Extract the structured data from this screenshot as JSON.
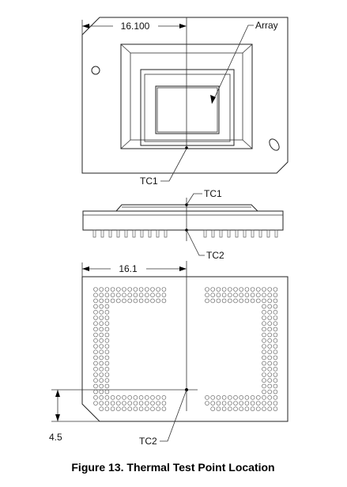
{
  "figure": {
    "caption": "Figure 13.  Thermal Test Point Location",
    "top_view": {
      "dimension": "16.100",
      "array_label": "Array",
      "tc1_label": "TC1"
    },
    "side_view": {
      "tc1_label": "TC1",
      "tc2_label": "TC2"
    },
    "bottom_view": {
      "dimension": "16.1",
      "vertical_dimension": "4.5",
      "tc2_label": "TC2"
    }
  }
}
